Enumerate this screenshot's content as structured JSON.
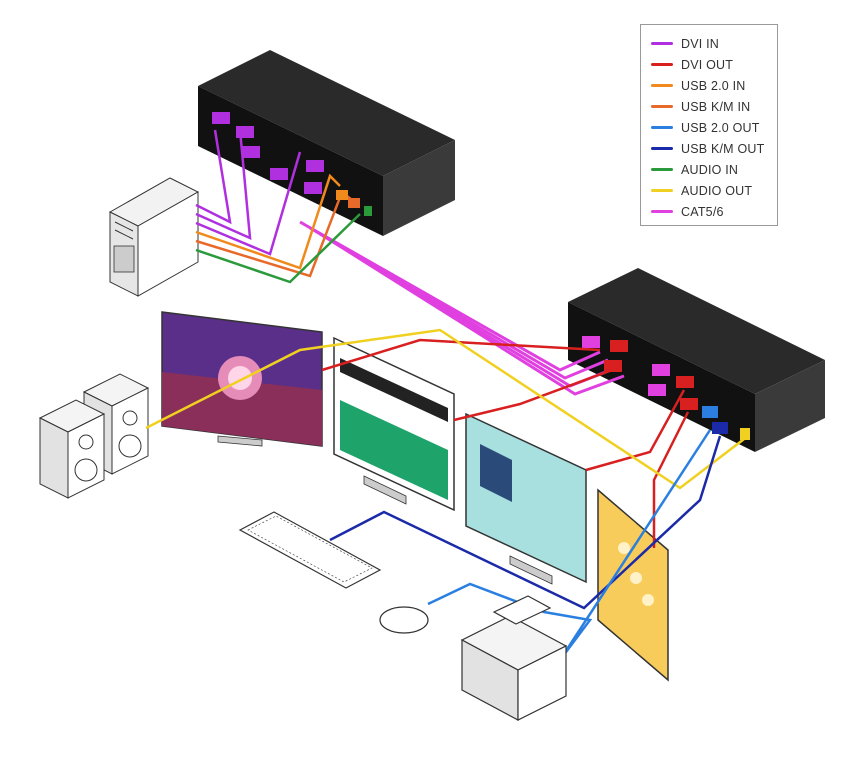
{
  "legend": {
    "items": [
      {
        "label": "DVI IN",
        "color": "#b030e0"
      },
      {
        "label": "DVI OUT",
        "color": "#d82020"
      },
      {
        "label": "USB 2.0 IN",
        "color": "#f08a1c"
      },
      {
        "label": "USB K/M IN",
        "color": "#e86a2a"
      },
      {
        "label": "USB 2.0 OUT",
        "color": "#2a7fe0"
      },
      {
        "label": "USB K/M OUT",
        "color": "#1a2aa8"
      },
      {
        "label": "AUDIO IN",
        "color": "#2a9a3a"
      },
      {
        "label": "AUDIO OUT",
        "color": "#f0d020"
      },
      {
        "label": "CAT5/6",
        "color": "#e040e0"
      }
    ]
  }
}
